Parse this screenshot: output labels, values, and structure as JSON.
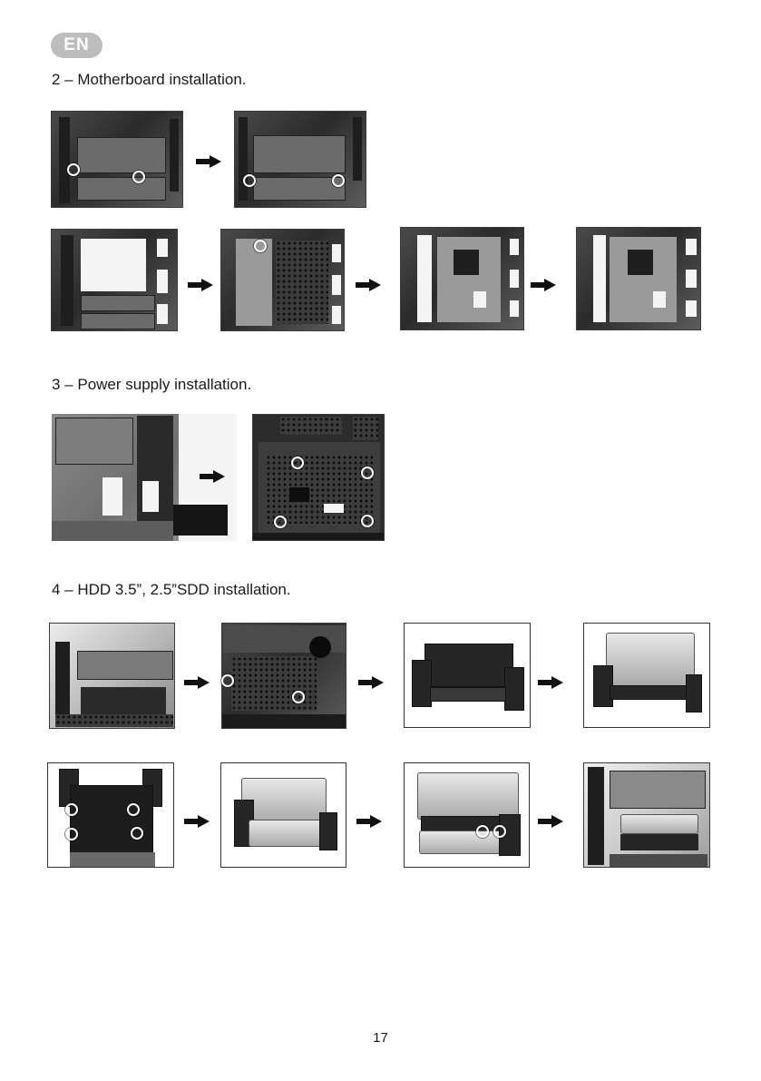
{
  "badge": {
    "label": "EN"
  },
  "sections": [
    {
      "title": "2 – Motherboard installation."
    },
    {
      "title": "3 – Power supply installation."
    },
    {
      "title": "4 – HDD 3.5”, 2.5”SDD installation."
    }
  ],
  "icons": {
    "step_arrow": "arrow-right-icon",
    "screw_marker": "screw-ring-icon"
  },
  "colors": {
    "badge": "#bdbdbd",
    "arrow": "#111111",
    "marker": "#ffffff"
  },
  "page_number": "17"
}
